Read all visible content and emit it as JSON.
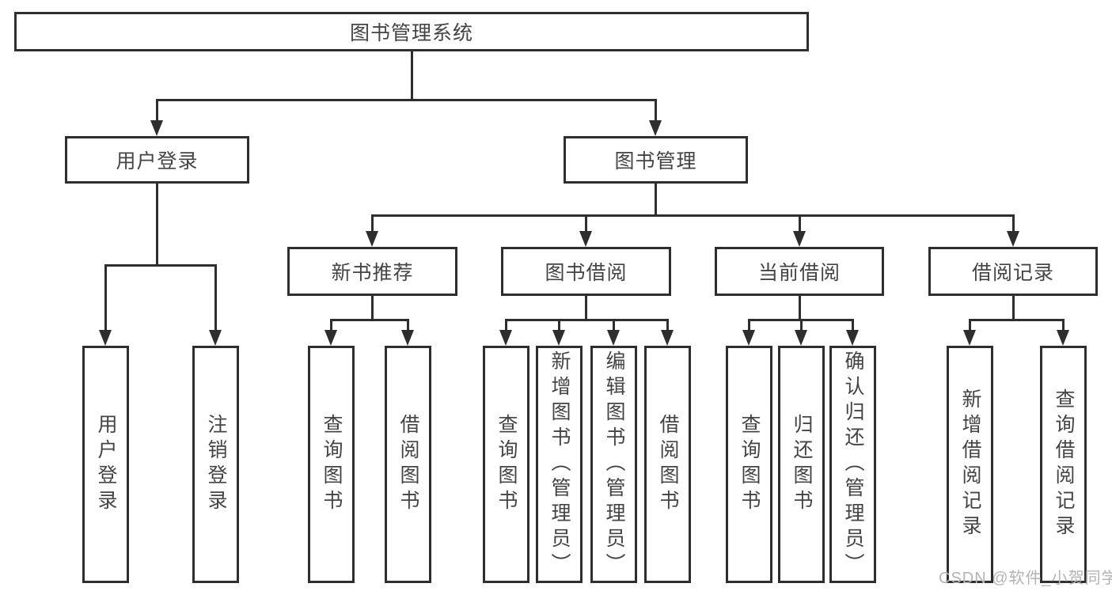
{
  "colors": {
    "line": "#2e2e2e",
    "text": "#444444",
    "watermark": "#b3b3b3",
    "background": "#ffffff"
  },
  "watermark": {
    "text": "CSDN @软件_小贺同学"
  },
  "tree": {
    "label": "图书管理系统",
    "children": [
      {
        "label": "用户登录",
        "children": [
          {
            "label": "用户登录"
          },
          {
            "label": "注销登录"
          }
        ]
      },
      {
        "label": "图书管理",
        "children": [
          {
            "label": "新书推荐",
            "children": [
              {
                "label": "查询图书"
              },
              {
                "label": "借阅图书"
              }
            ]
          },
          {
            "label": "图书借阅",
            "children": [
              {
                "label": "查询图书"
              },
              {
                "label": "新增图书（管理员）"
              },
              {
                "label": "编辑图书（管理员）"
              },
              {
                "label": "借阅图书"
              }
            ]
          },
          {
            "label": "当前借阅",
            "children": [
              {
                "label": "查询图书"
              },
              {
                "label": "归还图书"
              },
              {
                "label": "确认归还（管理员）"
              }
            ]
          },
          {
            "label": "借阅记录",
            "children": [
              {
                "label": "新增借阅记录"
              },
              {
                "label": "查询借阅记录"
              }
            ]
          }
        ]
      }
    ]
  }
}
